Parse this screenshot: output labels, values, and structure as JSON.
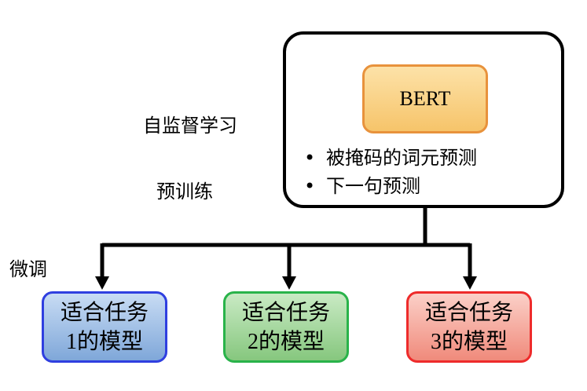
{
  "labels": {
    "self_supervised": "自监督学习",
    "pretraining": "预训练",
    "finetuning": "微调"
  },
  "pretrain": {
    "model": "BERT",
    "bullets": [
      "被掩码的词元预测",
      "下一句预测"
    ]
  },
  "tasks": [
    {
      "line1": "适合任务",
      "line2": "1的模型",
      "color": "#2f3fe0"
    },
    {
      "line1": "适合任务",
      "line2": "2的模型",
      "color": "#29b34a"
    },
    {
      "line1": "适合任务",
      "line2": "3的模型",
      "color": "#ee2b2b"
    }
  ]
}
